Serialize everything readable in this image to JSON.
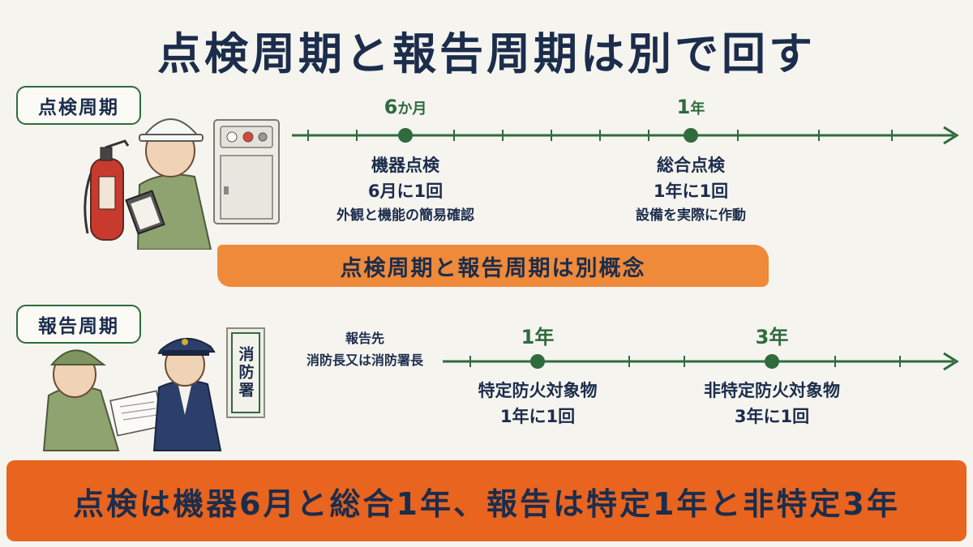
{
  "title": "点検周期と報告周期は別で回す",
  "inspection": {
    "tag": "点検周期",
    "milestones": [
      {
        "num": "6",
        "unit": "か月"
      },
      {
        "num": "1",
        "unit": "年"
      }
    ],
    "events": [
      {
        "name": "機器点検",
        "freq": "6月に1回",
        "desc": "外観と機能の簡易確認"
      },
      {
        "name": "総合点検",
        "freq": "1年に1回",
        "desc": "設備を実際に作動"
      }
    ]
  },
  "mid_banner": "点検周期と報告周期は別概念",
  "report": {
    "tag": "報告周期",
    "destination_line1": "報告先",
    "destination_line2": "消防長又は消防署長",
    "station_sign": "消防署",
    "milestones": [
      {
        "label": "1年"
      },
      {
        "label": "3年"
      }
    ],
    "events": [
      {
        "name": "特定防火対象物",
        "freq": "1年に1回"
      },
      {
        "name": "非特定防火対象物",
        "freq": "3年に1回"
      }
    ]
  },
  "bottom_banner": "点検は機器6月と総合1年、報告は特定1年と非特定3年",
  "colors": {
    "timeline_green": "#2f6b3c",
    "navy_text": "#1c2d4c",
    "orange_light": "#ef8a3a",
    "orange_dark": "#e8641f"
  }
}
